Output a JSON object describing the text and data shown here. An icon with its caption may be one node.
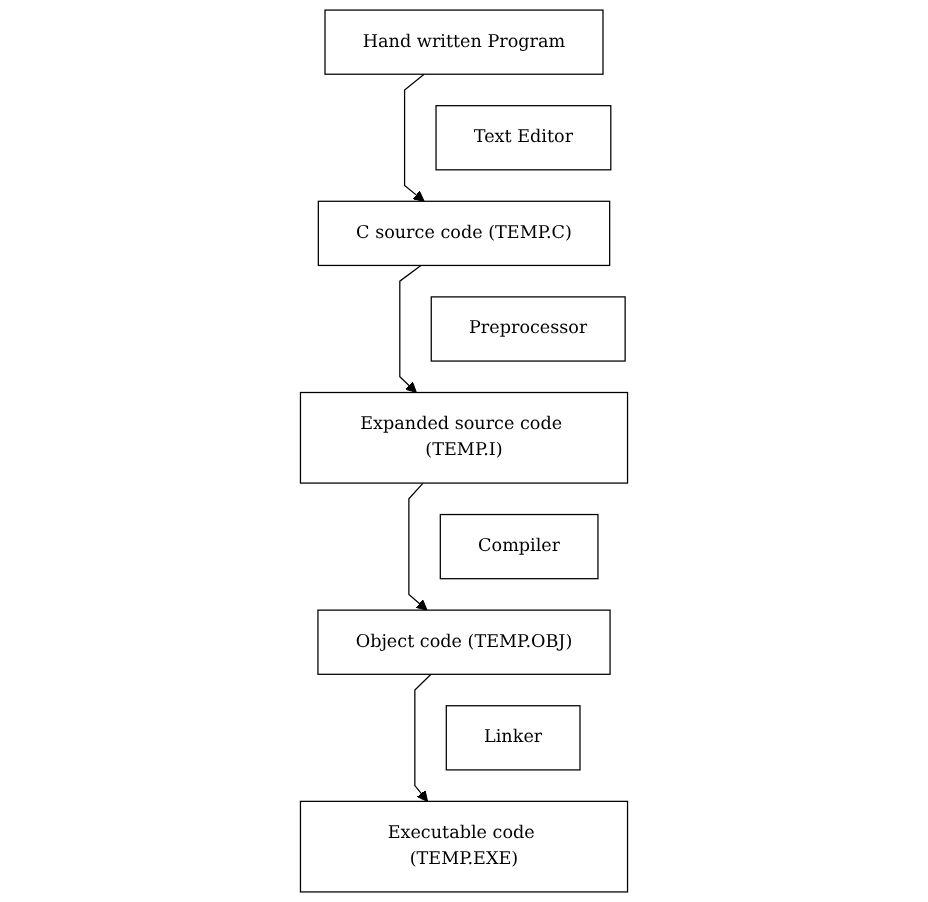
{
  "diagram": {
    "nodes": [
      {
        "text": [
          "Hand written Program"
        ]
      },
      {
        "text": [
          "Text Editor"
        ]
      },
      {
        "text": [
          "C source code (TEMP.C)"
        ]
      },
      {
        "text": [
          "Preprocessor"
        ]
      },
      {
        "text": [
          "Expanded source code (TEMP.I)"
        ]
      },
      {
        "text": [
          "Compiler"
        ]
      },
      {
        "text": [
          "Object code (TEMP.OBJ)"
        ]
      },
      {
        "text": [
          "Linker"
        ]
      },
      {
        "text": [
          "Executable code (TEMP.EXE)"
        ]
      }
    ],
    "edges": [
      {
        "from": 0,
        "to": 2,
        "arrow": "to"
      },
      {
        "from": 2,
        "to": 4,
        "arrow": "to"
      },
      {
        "from": 4,
        "to": 6,
        "arrow": "to"
      },
      {
        "from": 6,
        "to": 8,
        "arrow": "to"
      }
    ]
  }
}
